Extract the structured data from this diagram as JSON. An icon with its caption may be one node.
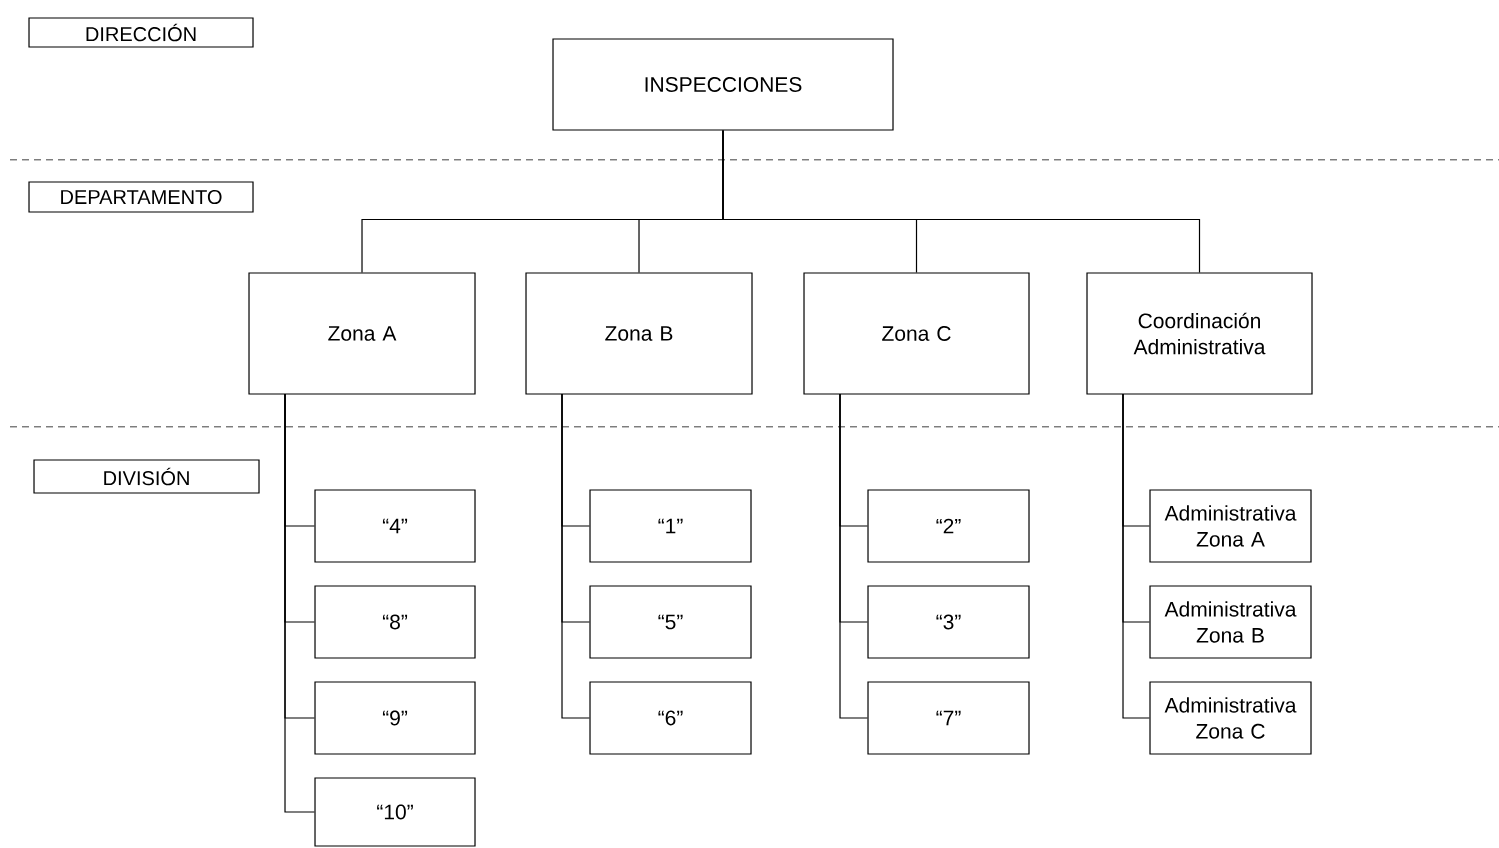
{
  "diagram": {
    "nodes": [
      {
        "text": [
          "DIRECCIÓN"
        ]
      },
      {
        "text": [
          "INSPECCIONES"
        ]
      },
      {
        "text": [
          "DEPARTAMENTO"
        ]
      },
      {
        "text": [
          "Zona A"
        ]
      },
      {
        "text": [
          "Zona B"
        ]
      },
      {
        "text": [
          "Zona C"
        ]
      },
      {
        "text": [
          "Coordinación Administrativa"
        ]
      },
      {
        "text": [
          "DIVISIÓN"
        ]
      },
      {
        "text": [
          "“4”"
        ]
      },
      {
        "text": [
          "“1”"
        ]
      },
      {
        "text": [
          "“2”"
        ]
      },
      {
        "text": [
          "Administrativa Zona A"
        ]
      },
      {
        "text": [
          "“8”"
        ]
      },
      {
        "text": [
          "“5”"
        ]
      },
      {
        "text": [
          "“3”"
        ]
      },
      {
        "text": [
          "Administrativa Zona B"
        ]
      },
      {
        "text": [
          "“9”"
        ]
      },
      {
        "text": [
          "“6”"
        ]
      },
      {
        "text": [
          "“7”"
        ]
      },
      {
        "text": [
          "Administrativa Zona C"
        ]
      },
      {
        "text": [
          "“10”"
        ]
      }
    ],
    "edges": [
      {
        "from": 1,
        "to": 3,
        "arrow": "none"
      },
      {
        "from": 1,
        "to": 4,
        "arrow": "none"
      },
      {
        "from": 1,
        "to": 5,
        "arrow": "none"
      },
      {
        "from": 1,
        "to": 6,
        "arrow": "none"
      },
      {
        "from": 3,
        "to": 8,
        "arrow": "none"
      },
      {
        "from": 3,
        "to": 12,
        "arrow": "none"
      },
      {
        "from": 3,
        "to": 16,
        "arrow": "none"
      },
      {
        "from": 3,
        "to": 20,
        "arrow": "none"
      },
      {
        "from": 4,
        "to": 9,
        "arrow": "none"
      },
      {
        "from": 4,
        "to": 13,
        "arrow": "none"
      },
      {
        "from": 4,
        "to": 17,
        "arrow": "none"
      },
      {
        "from": 5,
        "to": 10,
        "arrow": "none"
      },
      {
        "from": 5,
        "to": 14,
        "arrow": "none"
      },
      {
        "from": 5,
        "to": 18,
        "arrow": "none"
      },
      {
        "from": 6,
        "to": 11,
        "arrow": "none"
      },
      {
        "from": 6,
        "to": 15,
        "arrow": "none"
      },
      {
        "from": 6,
        "to": 19,
        "arrow": "none"
      }
    ]
  }
}
